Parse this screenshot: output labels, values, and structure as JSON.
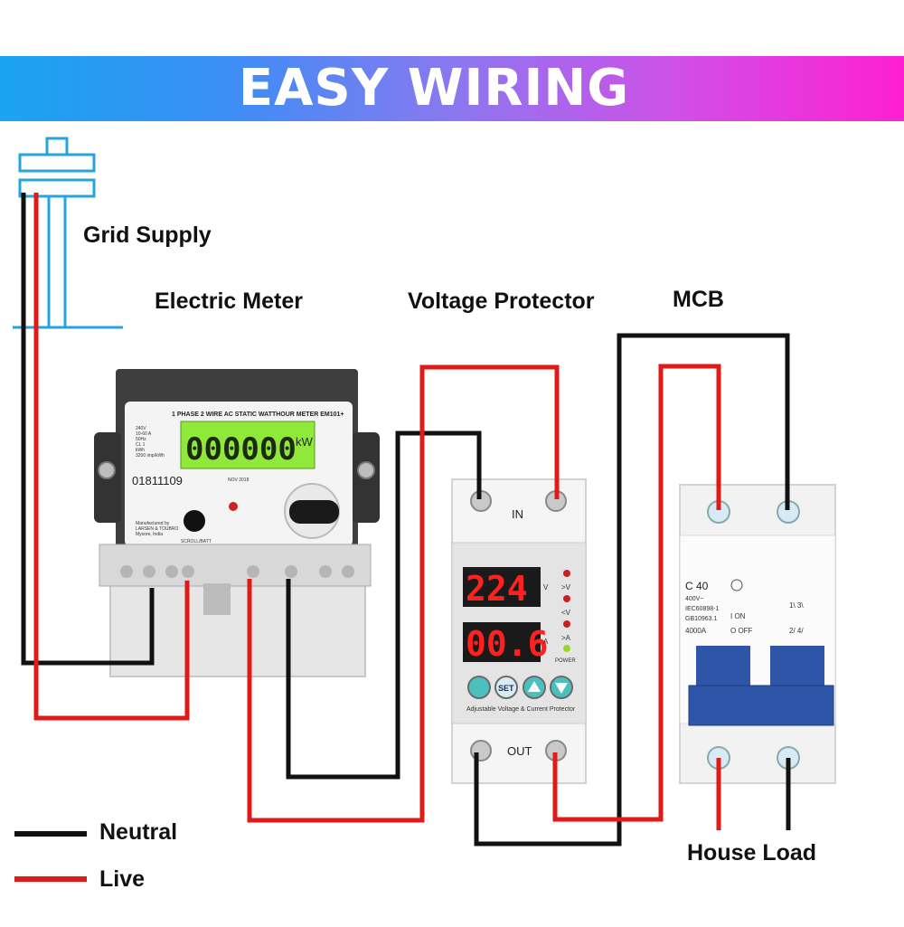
{
  "banner": {
    "title": "EASY WIRING"
  },
  "labels": {
    "grid_supply": "Grid Supply",
    "electric_meter": "Electric Meter",
    "voltage_protector": "Voltage Protector",
    "mcb": "MCB",
    "house_load": "House Load"
  },
  "legend": [
    {
      "label": "Neutral",
      "color": "#111111"
    },
    {
      "label": "Live",
      "color": "#e01919"
    }
  ],
  "meter": {
    "header": "1 PHASE 2 WIRE AC STATIC WATTHOUR METER EM101+",
    "display": "000000",
    "unit": "kW",
    "serial": "01811109",
    "date": "NOV 2018",
    "spec_lines": [
      "240V",
      "10-60 A",
      "50Hz",
      "CL 1",
      "kWh",
      "3200 imp/kWh"
    ],
    "maker": [
      "Manufactured by",
      "LARSEN & TOUBRO",
      "Mysore, India"
    ],
    "scroll_label": "SCROLL/BATT"
  },
  "protector": {
    "in_label": "IN",
    "out_label": "OUT",
    "voltage": "224",
    "current": "00.6",
    "v_unit": "V",
    "a_unit": "A",
    "indicators": [
      ">V",
      "<V",
      ">A"
    ],
    "power_label": "POWER",
    "set_label": "SET",
    "caption": "Adjustable Voltage & Current Protector"
  },
  "mcb": {
    "rating": "C 40",
    "spec": [
      "400V~",
      "IEC60898-1",
      "GB10963.1",
      "4000A"
    ],
    "on_label": "I ON",
    "off_label": "O OFF",
    "terminals_top": "1\\ 3\\",
    "terminals_bottom": "2/ 4/"
  },
  "colors": {
    "neutral": "#111111",
    "live": "#e01919",
    "lcd": "#8fe83a",
    "led": "#ff2020",
    "mcb_blue": "#2f55a8"
  }
}
